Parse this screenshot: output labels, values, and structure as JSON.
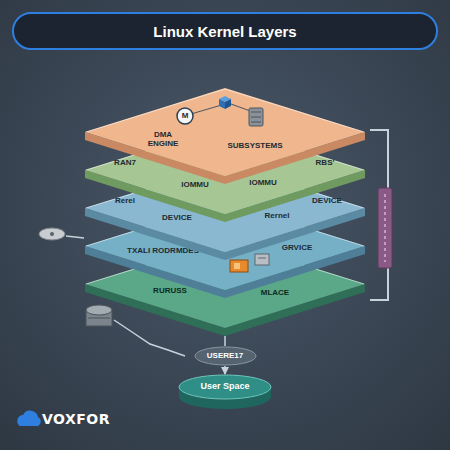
{
  "diagram": {
    "title": "Linux Kernel Layers",
    "nodes": [
      {
        "text": [
          "DMA ENGINE",
          "SUBSYSTEMS"
        ]
      },
      {
        "text": [
          "M"
        ],
        "in": 0
      },
      {
        "text": [
          "RAN7",
          "IOMMU",
          "IOMMU",
          "RBS'"
        ]
      },
      {
        "text": [
          "Rerel",
          "DEVICE",
          "Rernel",
          "DEVICE"
        ]
      },
      {
        "text": [
          "TXALI RODRMDES",
          "GRVICE"
        ]
      },
      {
        "text": [
          "RURUSS",
          "MLACE"
        ]
      },
      {
        "text": [
          "USERE17"
        ]
      },
      {
        "text": [
          "User Space"
        ]
      }
    ],
    "edges": [
      {
        "from": 5,
        "to": 6,
        "arrow": "none"
      },
      {
        "from": 6,
        "to": 7,
        "arrow": "to"
      }
    ],
    "labels": [
      "VOXFOR"
    ]
  }
}
